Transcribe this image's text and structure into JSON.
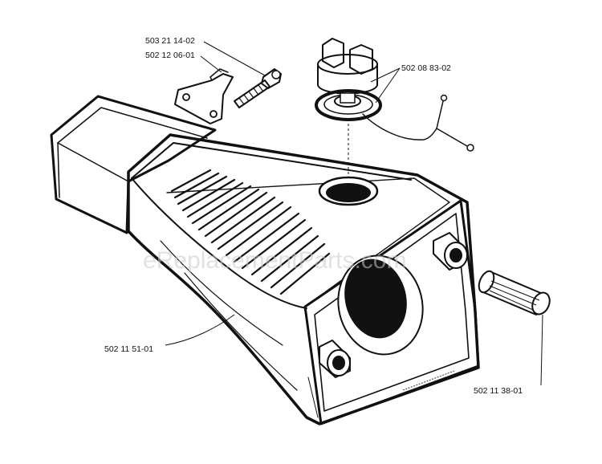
{
  "watermark": "eReplacementParts.com",
  "parts": [
    {
      "id": "bolt",
      "number": "503 21 14-02"
    },
    {
      "id": "bracket",
      "number": "502 12 06-01"
    },
    {
      "id": "cap",
      "number": "502 08 83-02"
    },
    {
      "id": "tank",
      "number": "502 11 51-01"
    },
    {
      "id": "pin",
      "number": "502 11 38-01"
    }
  ],
  "colors": {
    "ink": "#111111",
    "watermark": "#c9c9c9",
    "background": "#ffffff"
  }
}
